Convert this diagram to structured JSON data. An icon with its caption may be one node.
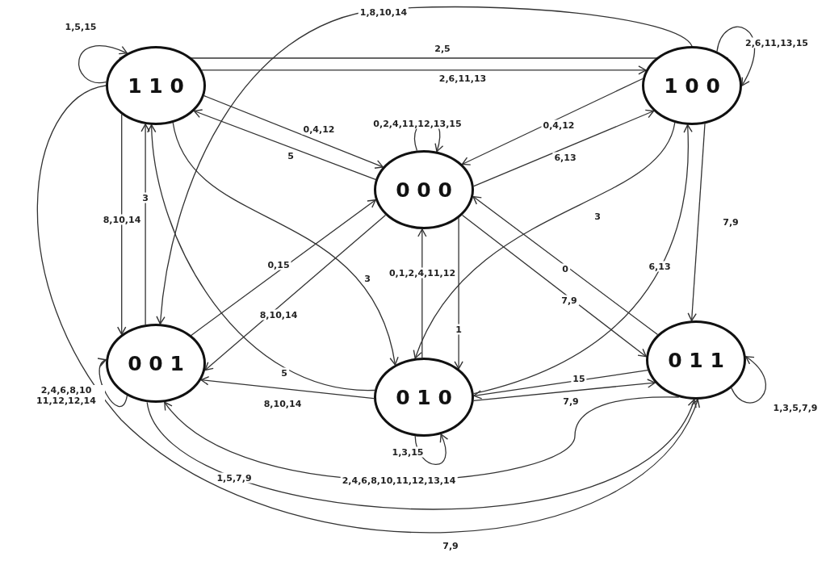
{
  "diagram": {
    "nodes": [
      {
        "text": [
          "110"
        ]
      },
      {
        "text": [
          "100"
        ]
      },
      {
        "text": [
          "000"
        ]
      },
      {
        "text": [
          "001"
        ]
      },
      {
        "text": [
          "010"
        ]
      },
      {
        "text": [
          "011"
        ]
      }
    ],
    "edges": [
      {
        "from": 0,
        "to": 0,
        "arrow": "to",
        "label": "1,5,15"
      },
      {
        "from": 1,
        "to": 0,
        "arrow": "to",
        "label": "2,5"
      },
      {
        "from": 0,
        "to": 1,
        "arrow": "to",
        "label": "2,6,11,13"
      },
      {
        "from": 1,
        "to": 3,
        "arrow": "to",
        "label": "1,8,10,14"
      },
      {
        "from": 0,
        "to": 2,
        "arrow": "to",
        "label": "0,4,12"
      },
      {
        "from": 2,
        "to": 0,
        "arrow": "to",
        "label": "5"
      },
      {
        "from": 2,
        "to": 2,
        "arrow": "to",
        "label": "0,2,4,11,12,13,15"
      },
      {
        "from": 1,
        "to": 2,
        "arrow": "to",
        "label": "0,4,12"
      },
      {
        "from": 2,
        "to": 1,
        "arrow": "to",
        "label": "6,13"
      },
      {
        "from": 1,
        "to": 1,
        "arrow": "to",
        "label": "2,6,11,13,15"
      },
      {
        "from": 1,
        "to": 5,
        "arrow": "to",
        "label": "7,9"
      },
      {
        "from": 0,
        "to": 3,
        "arrow": "to",
        "label": "8,10,14"
      },
      {
        "from": 3,
        "to": 0,
        "arrow": "to",
        "label": "3"
      },
      {
        "from": 3,
        "to": 2,
        "arrow": "to",
        "label": "0,15"
      },
      {
        "from": 2,
        "to": 3,
        "arrow": "to",
        "label": "8,10,14"
      },
      {
        "from": 0,
        "to": 4,
        "arrow": "to",
        "label": "3"
      },
      {
        "from": 4,
        "to": 0,
        "arrow": "to",
        "label": "5"
      },
      {
        "from": 4,
        "to": 2,
        "arrow": "to",
        "label": "0,1,2,4,11,12"
      },
      {
        "from": 2,
        "to": 4,
        "arrow": "to",
        "label": "1"
      },
      {
        "from": 1,
        "to": 4,
        "arrow": "to",
        "label": "3"
      },
      {
        "from": 4,
        "to": 1,
        "arrow": "to",
        "label": "6,13"
      },
      {
        "from": 5,
        "to": 2,
        "arrow": "to",
        "label": "0"
      },
      {
        "from": 2,
        "to": 5,
        "arrow": "to",
        "label": "7,9"
      },
      {
        "from": 5,
        "to": 4,
        "arrow": "to",
        "label": "15"
      },
      {
        "from": 4,
        "to": 5,
        "arrow": "to",
        "label": "7,9"
      },
      {
        "from": 5,
        "to": 5,
        "arrow": "to",
        "label": "1,3,5,7,9"
      },
      {
        "from": 4,
        "to": 4,
        "arrow": "to",
        "label": "1,3,15"
      },
      {
        "from": 3,
        "to": 3,
        "arrow": "to",
        "label": "2,4,6,8,10 11,12,12,14"
      },
      {
        "from": 4,
        "to": 3,
        "arrow": "to",
        "label": "8,10,14"
      },
      {
        "from": 5,
        "to": 3,
        "arrow": "to",
        "label": "2,4,6,8,10,11,12,13,14"
      },
      {
        "from": 3,
        "to": 5,
        "arrow": "to",
        "label": "1,5,7,9"
      },
      {
        "from": 0,
        "to": 5,
        "arrow": "to",
        "label": "7,9"
      }
    ]
  }
}
